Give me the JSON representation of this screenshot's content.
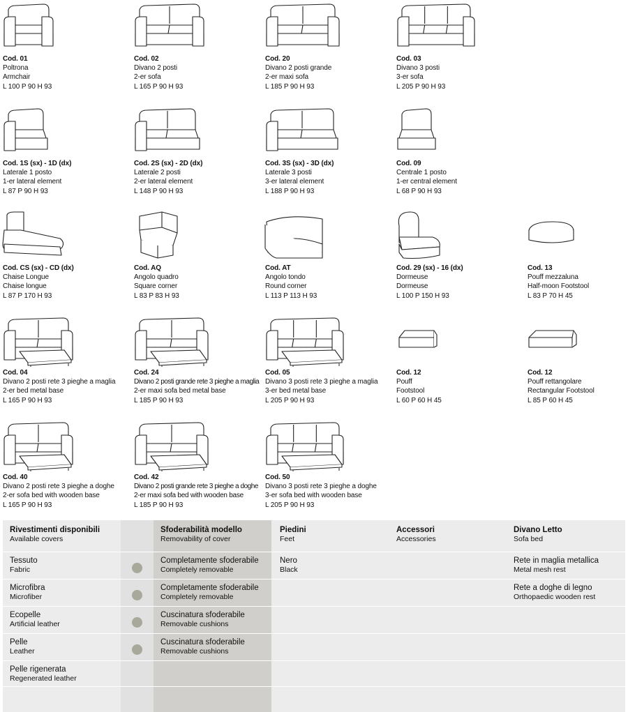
{
  "items": [
    {
      "id": "i01",
      "icon": "armchair-icon",
      "code": "Cod. 01",
      "it": "Poltrona",
      "en": "Armchair",
      "dims": "L 100  P 90  H 93"
    },
    {
      "id": "i02",
      "icon": "sofa-2-seat-icon",
      "code": "Cod. 02",
      "it": "Divano 2 posti",
      "en": "2-er sofa",
      "dims": "L 165  P 90  H 93"
    },
    {
      "id": "i20",
      "icon": "sofa-2-seat-large-icon",
      "code": "Cod. 20",
      "it": "Divano 2 posti grande",
      "en": "2-er maxi sofa",
      "dims": "L 185  P 90  H 93"
    },
    {
      "id": "i03",
      "icon": "sofa-3-seat-icon",
      "code": "Cod. 03",
      "it": "Divano 3 posti",
      "en": "3-er sofa",
      "dims": "L 205  P 90  H 93"
    },
    {
      "id": "i1s",
      "icon": "lateral-1-seat-icon",
      "code": "Cod. 1S (sx) - 1D (dx)",
      "it": "Laterale 1 posto",
      "en": "1-er lateral element",
      "dims": "L 87  P 90  H 93"
    },
    {
      "id": "i2s",
      "icon": "lateral-2-seat-icon",
      "code": "Cod. 2S (sx) - 2D (dx)",
      "it": "Laterale 2 posti",
      "en": "2-er lateral element",
      "dims": "L 148  P 90  H 93"
    },
    {
      "id": "i3s",
      "icon": "lateral-3-seat-icon",
      "code": "Cod. 3S (sx) - 3D (dx)",
      "it": "Laterale 3 posti",
      "en": "3-er lateral element",
      "dims": "L 188  P 90  H 93"
    },
    {
      "id": "i09",
      "icon": "central-element-icon",
      "code": "Cod. 09",
      "it": "Centrale 1 posto",
      "en": "1-er central element",
      "dims": "L 68  P 90  H 93"
    },
    {
      "id": "ics",
      "icon": "chaise-longue-icon",
      "code": "Cod. CS (sx) - CD (dx)",
      "it": "Chaise Longue",
      "en": "Chaise longue",
      "dims": "L 87  P 170  H 93"
    },
    {
      "id": "iaq",
      "icon": "square-corner-icon",
      "code": "Cod. AQ",
      "it": "Angolo quadro",
      "en": "Square corner",
      "dims": "L 83  P 83  H 93"
    },
    {
      "id": "iat",
      "icon": "round-corner-icon",
      "code": "Cod. AT",
      "it": "Angolo tondo",
      "en": "Round corner",
      "dims": "L 113  P 113  H 93"
    },
    {
      "id": "i29",
      "icon": "dormeuse-icon",
      "code": "Cod. 29 (sx) - 16 (dx)",
      "it": "Dormeuse",
      "en": "Dormeuse",
      "dims": "L 100  P 150  H 93"
    },
    {
      "id": "i13",
      "icon": "half-moon-pouf-icon",
      "code": "Cod. 13",
      "it": "Pouff mezzaluna",
      "en": "Half-moon Footstool",
      "dims": "L 83  P 70  H 45"
    },
    {
      "id": "i04",
      "icon": "sofa-bed-2-seat-icon",
      "code": "Cod. 04",
      "it": "Divano 2 posti rete 3 pieghe a maglia",
      "en": "2-er bed metal base",
      "dims": "L 165  P 90  H 93"
    },
    {
      "id": "i24",
      "icon": "sofa-bed-2-seat-large-icon",
      "code": "Cod. 24",
      "it": "Divano 2 posti grande rete 3 pieghe a maglia",
      "en": "2-er maxi sofa bed metal base",
      "dims": "L 185  P 90  H 93"
    },
    {
      "id": "i05",
      "icon": "sofa-bed-3-seat-icon",
      "code": "Cod. 05",
      "it": "Divano 3 posti rete 3 pieghe a maglia",
      "en": "3-er bed metal base",
      "dims": "L 205  P 90  H 93"
    },
    {
      "id": "i12a",
      "icon": "pouf-icon",
      "code": "Cod. 12",
      "it": "Pouff",
      "en": "Footstool",
      "dims": "L 60  P 60  H 45"
    },
    {
      "id": "i12b",
      "icon": "rectangular-pouf-icon",
      "code": "Cod. 12",
      "it": "Pouff rettangolare",
      "en": "Rectangular Footstool",
      "dims": "L 85  P 60  H 45"
    },
    {
      "id": "i40",
      "icon": "sofa-bed-2-seat-wooden-icon",
      "code": "Cod. 40",
      "it": "Divano 2 posti rete 3 pieghe a doghe",
      "en": "2-er sofa bed with wooden base",
      "dims": "L 165  P 90  H 93"
    },
    {
      "id": "i42",
      "icon": "sofa-bed-2-seat-large-wooden-icon",
      "code": "Cod. 42",
      "it": "Divano 2 posti grande rete 3 pieghe a doghe",
      "en": "2-er maxi sofa bed with wooden base",
      "dims": "L 185  P 90  H 93"
    },
    {
      "id": "i50",
      "icon": "sofa-bed-3-seat-wooden-icon",
      "code": "Cod. 50",
      "it": "Divano 3 posti rete 3 pieghe a doghe",
      "en": "3-er sofa bed with wooden base",
      "dims": "L 205  P 90  H 93"
    }
  ],
  "table": {
    "colors": {
      "light": "#ececec",
      "medium": "#e1e1e1",
      "dark": "#d0cfcb",
      "dot": "#a8a89b",
      "divider": "#ffffff"
    },
    "headers": {
      "covers": {
        "it": "Rivestimenti disponibili",
        "en": "Available covers"
      },
      "removability": {
        "it": "Sfoderabilità modello",
        "en": "Removability of cover"
      },
      "feet": {
        "it": "Piedini",
        "en": "Feet"
      },
      "accessories": {
        "it": "Accessori",
        "en": "Accessories"
      },
      "sofabed": {
        "it": "Divano Letto",
        "en": "Sofa bed"
      }
    },
    "covers": [
      {
        "it": "Tessuto",
        "en": "Fabric",
        "dot": true
      },
      {
        "it": "Microfibra",
        "en": "Microfiber",
        "dot": true
      },
      {
        "it": "Ecopelle",
        "en": "Artificial leather",
        "dot": true
      },
      {
        "it": "Pelle",
        "en": "Leather",
        "dot": true
      },
      {
        "it": "Pelle rigenerata",
        "en": "Regenerated leather",
        "dot": false
      }
    ],
    "removability": [
      {
        "it": "Completamente sfoderabile",
        "en": "Completely removable"
      },
      {
        "it": "Completamente sfoderabile",
        "en": "Completely removable"
      },
      {
        "it": "Cuscinatura sfoderabile",
        "en": "Removable cushions"
      },
      {
        "it": "Cuscinatura sfoderabile",
        "en": "Removable cushions"
      }
    ],
    "feet": [
      {
        "it": "Nero",
        "en": "Black"
      }
    ],
    "sofabed": [
      {
        "it": "Rete in maglia metallica",
        "en": "Metal mesh rest"
      },
      {
        "it": "Rete a doghe di legno",
        "en": "Orthopaedic wooden rest"
      }
    ]
  }
}
